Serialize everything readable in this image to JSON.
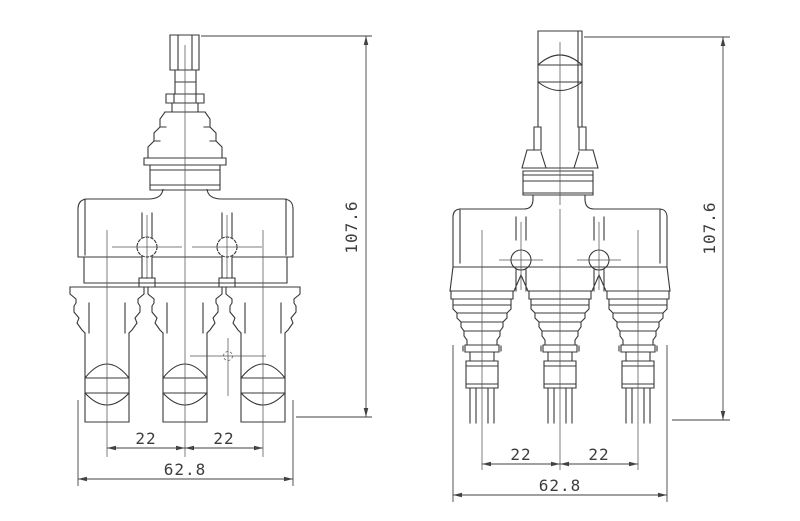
{
  "diagram": {
    "left_view": {
      "height": "107.6",
      "pitch_left": "22",
      "pitch_right": "22",
      "width": "62.8"
    },
    "right_view": {
      "height": "107.6",
      "pitch_left": "22",
      "pitch_right": "22",
      "width": "62.8"
    },
    "colors": {
      "line": "#383838",
      "dimension_text": "#3d3d3d",
      "background": "#ffffff"
    }
  }
}
